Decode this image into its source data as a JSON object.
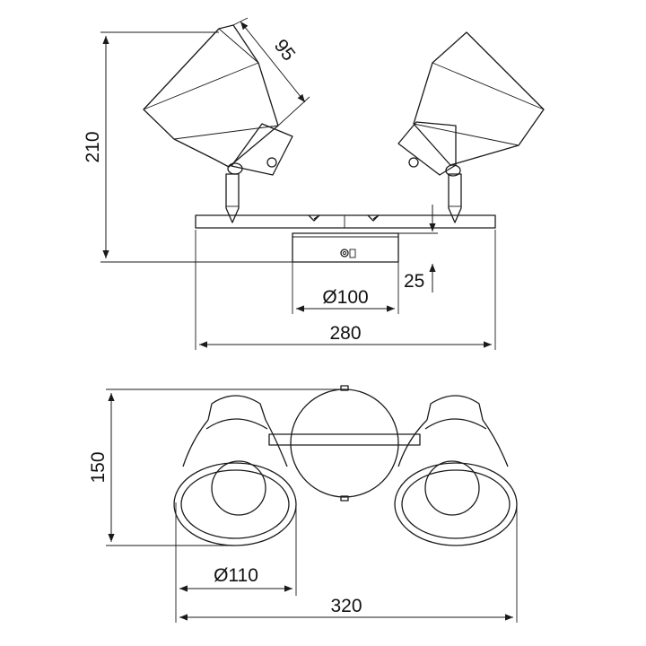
{
  "drawing": {
    "side_view": {
      "dim_height": "210",
      "dim_head": "95",
      "dim_depth": "25",
      "dim_base": "Ø100",
      "dim_width": "280"
    },
    "top_view": {
      "dim_depth": "150",
      "dim_shade": "Ø110",
      "dim_width": "320"
    }
  }
}
